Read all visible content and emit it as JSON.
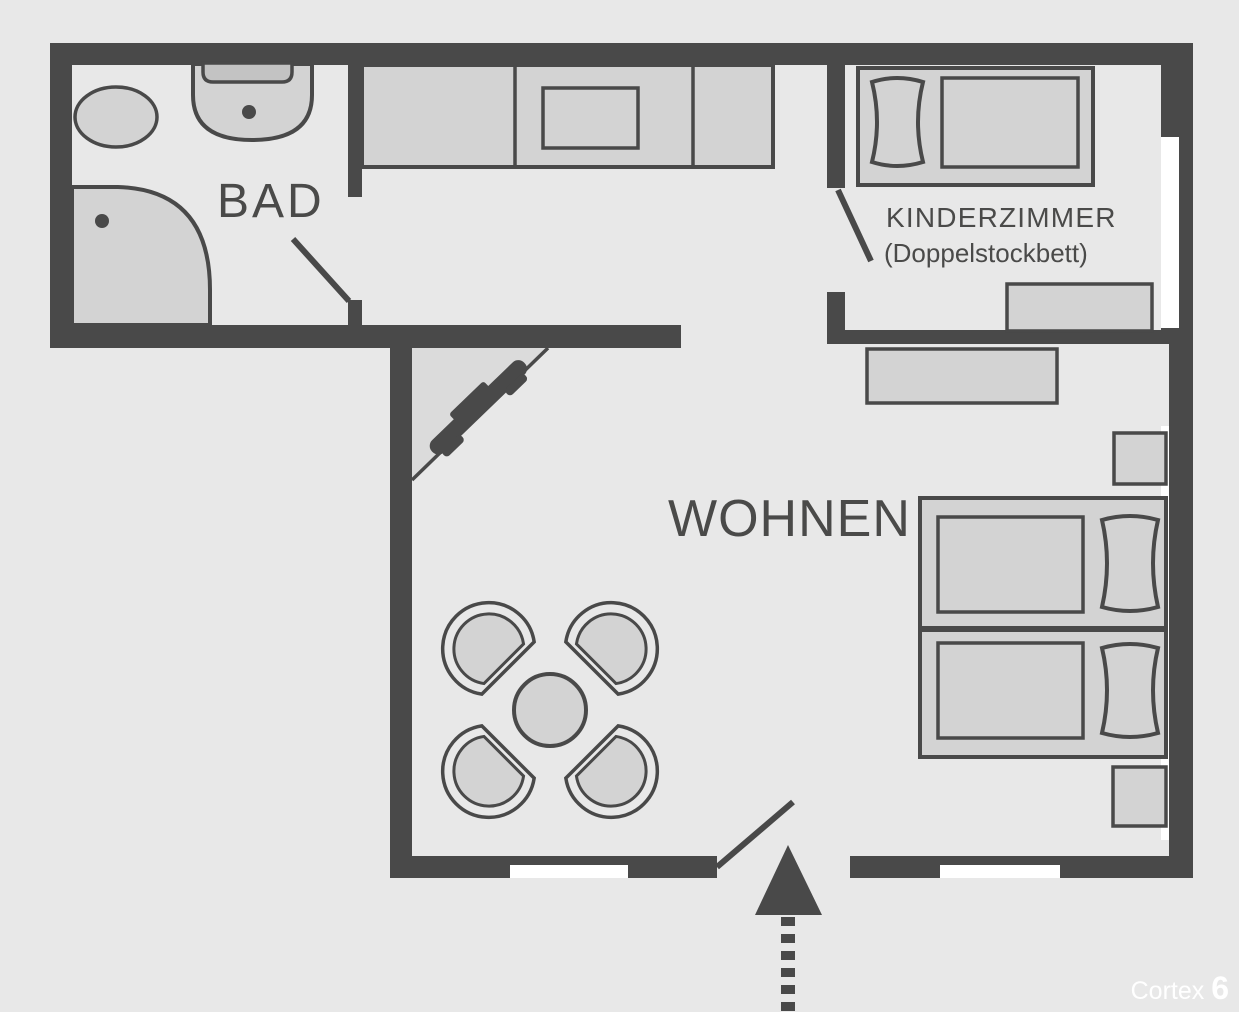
{
  "plan": {
    "labels": {
      "bathroom": "BAD",
      "kids_room": "KINDERZIMMER",
      "kids_room_note": "(Doppelstockbett)",
      "living_room": "WOHNEN"
    },
    "colors": {
      "wall": "#494949",
      "floor": "#e8e8e8",
      "furniture_fill": "#d3d3d3",
      "furniture_outline": "#494949",
      "window_white": "#ffffff",
      "tv_corner_fill": "#dbdbdb",
      "toilet_tank_fill": "#c3c3c3",
      "watermark_text": "#ffffff"
    }
  },
  "watermark": {
    "name": "Cortex ",
    "number": "6"
  }
}
